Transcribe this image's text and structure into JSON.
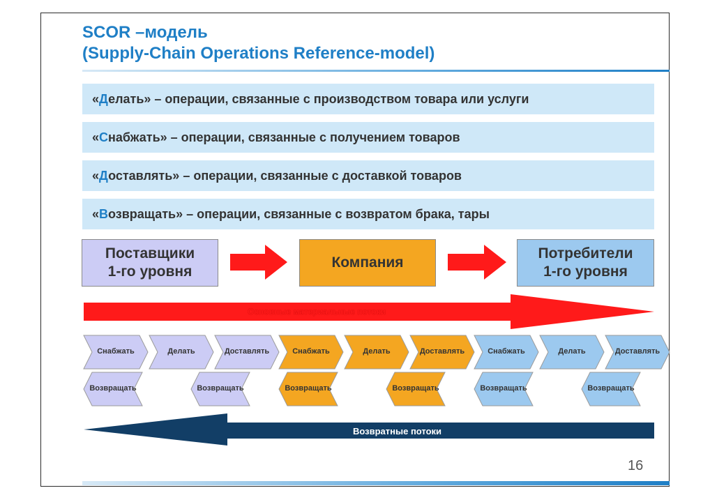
{
  "title": {
    "line1": "SCOR –модель",
    "line2": "(Supply-Chain Operations Reference-model)"
  },
  "definitions": [
    {
      "initial": "Д",
      "prefix": "«",
      "rest": "елать» – операции, связанные с производством товара или услуги"
    },
    {
      "initial": "С",
      "prefix": "«",
      "rest": "набжать» – операции, связанные с получением товаров"
    },
    {
      "initial": "Д",
      "prefix": "«",
      "rest": "оставлять» – операции, связанные с доставкой товаров"
    },
    {
      "initial": "В",
      "prefix": "«",
      "rest": "озвращать» – операции, связанные с возвратом брака, тары"
    }
  ],
  "entities": {
    "suppliers": {
      "line1": "Поставщики",
      "line2": "1-го уровня",
      "color": "#ccccf5"
    },
    "company": {
      "label": "Компания",
      "color": "#f4a621"
    },
    "consumers": {
      "line1": "Потребители",
      "line2": "1-го уровня",
      "color": "#9cc9ef"
    }
  },
  "flows": {
    "material": "Основные материальные потоки",
    "returns": "Возвратные потоки",
    "material_color": "#ff1a1a",
    "returns_color": "#123e66"
  },
  "groups": [
    {
      "color": "#ccccf5",
      "supply": "Снабжать",
      "make": "Делать",
      "deliver": "Доставлять",
      "return_left": "Возвращать",
      "return_right": "Возвращать"
    },
    {
      "color": "#f4a621",
      "supply": "Снабжать",
      "make": "Делать",
      "deliver": "Доставлять",
      "return_left": "Возвращать",
      "return_right": "Возвращать"
    },
    {
      "color": "#9cc9ef",
      "supply": "Снабжать",
      "make": "Делать",
      "deliver": "Доставлять",
      "return_left": "Возвращать",
      "return_right": "Возвращать"
    }
  ],
  "page_number": "16"
}
